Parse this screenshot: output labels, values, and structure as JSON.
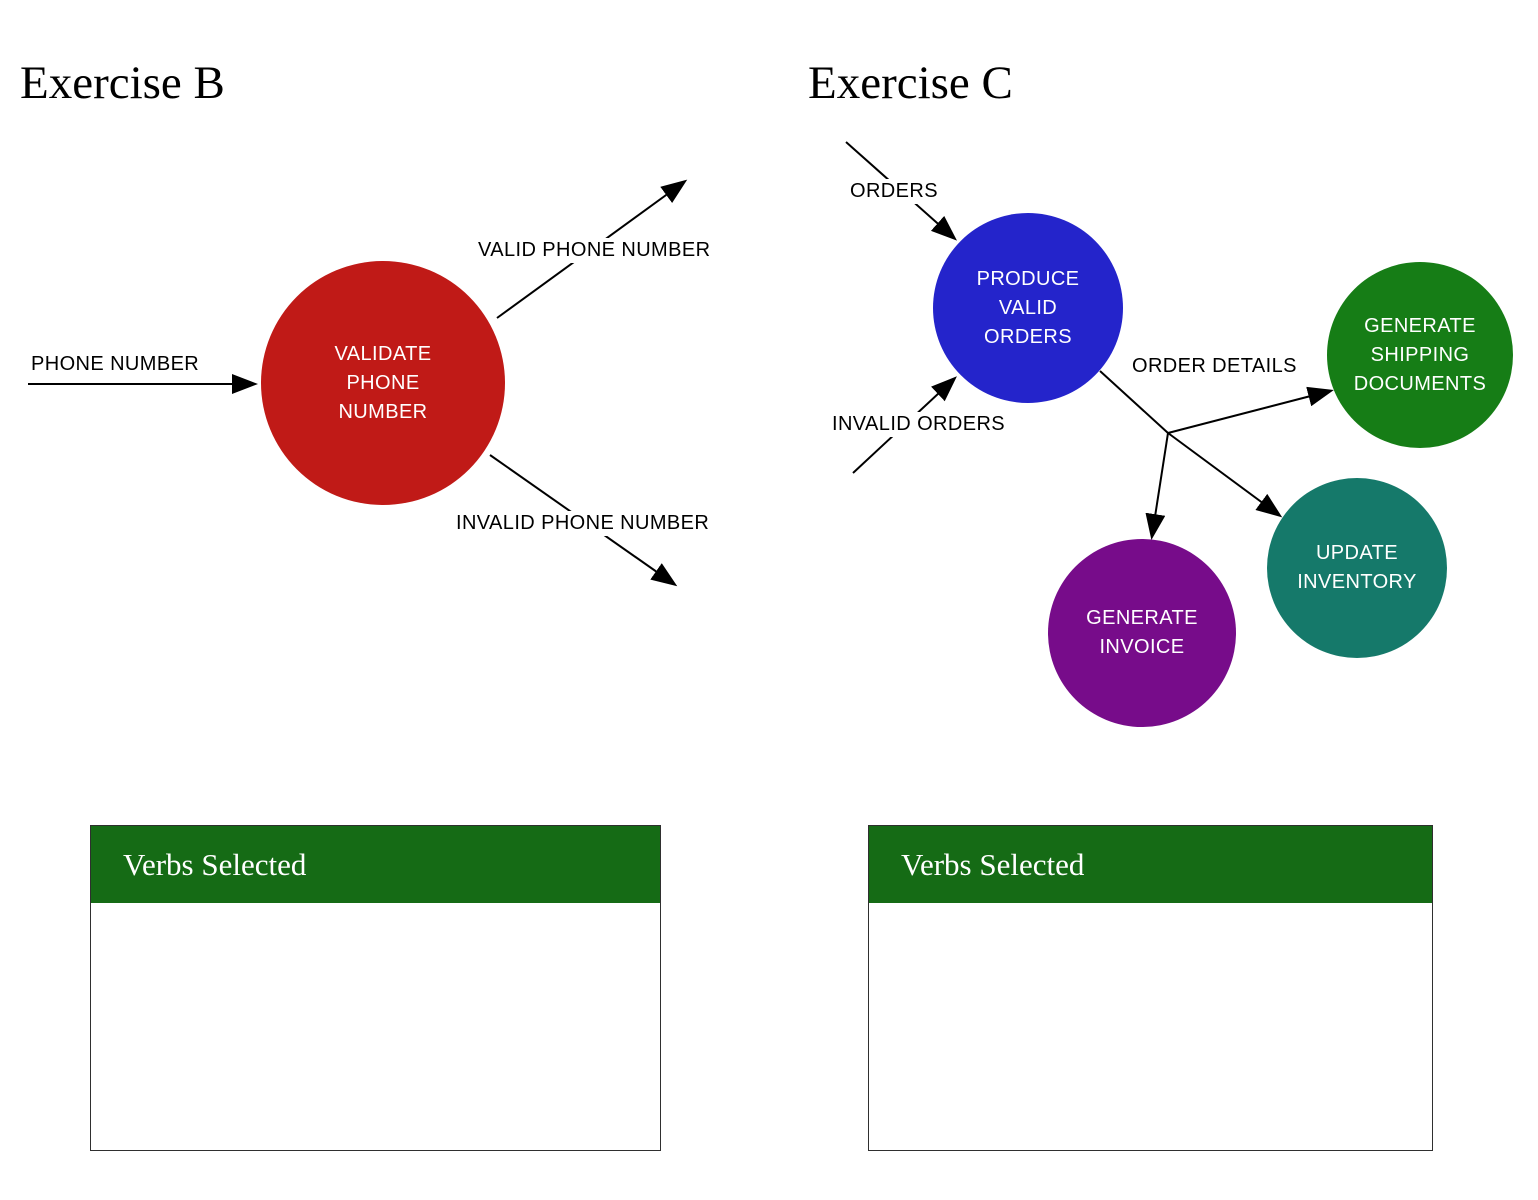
{
  "exercise_b": {
    "title": "Exercise B",
    "input_label": "PHONE NUMBER",
    "process_label": "VALIDATE\nPHONE\nNUMBER",
    "output_valid_label": "VALID PHONE NUMBER",
    "output_invalid_label": "INVALID PHONE NUMBER",
    "verbs_header": "Verbs Selected",
    "colors": {
      "process": "#c01a17",
      "verbs_header_bg": "#156b15"
    }
  },
  "exercise_c": {
    "title": "Exercise C",
    "input_orders_label": "ORDERS",
    "input_invalid_orders_label": "INVALID ORDERS",
    "flow_order_details_label": "ORDER DETAILS",
    "process_produce_label": "PRODUCE\nVALID\nORDERS",
    "process_shipping_label": "GENERATE\nSHIPPING\nDOCUMENTS",
    "process_inventory_label": "UPDATE\nINVENTORY",
    "process_invoice_label": "GENERATE\nINVOICE",
    "verbs_header": "Verbs Selected",
    "colors": {
      "produce": "#2424cb",
      "shipping": "#167d16",
      "inventory": "#15796a",
      "invoice": "#770c8a",
      "verbs_header_bg": "#156b15"
    }
  }
}
